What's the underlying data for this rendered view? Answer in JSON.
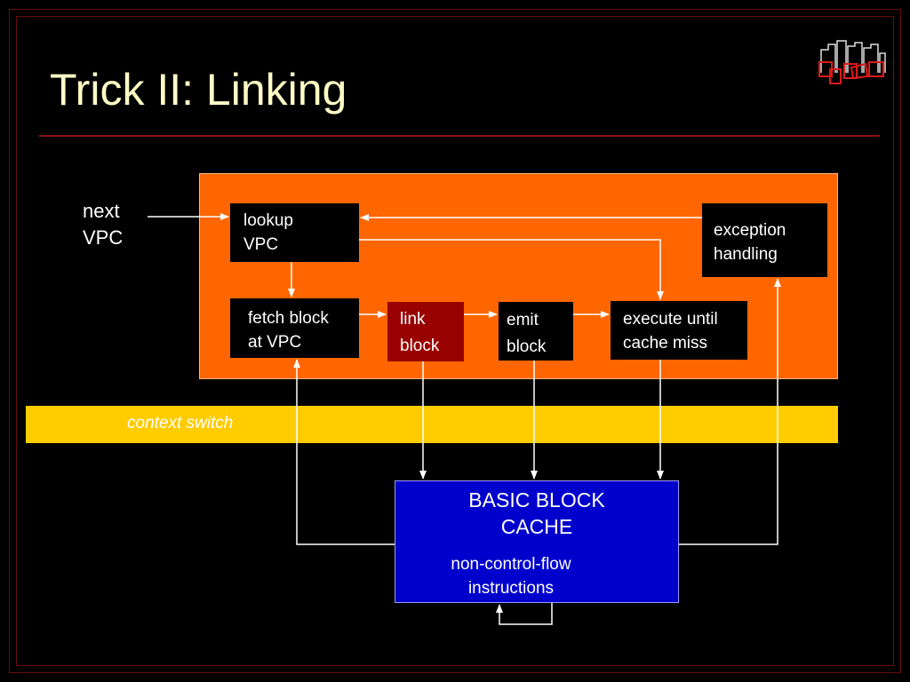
{
  "slide": {
    "title": "Trick II: Linking"
  },
  "diagram": {
    "next_vpc": [
      "next",
      "VPC"
    ],
    "lookup_vpc": [
      "lookup",
      "VPC"
    ],
    "exception_handling": [
      "exception",
      "handling"
    ],
    "fetch_block": [
      "fetch block",
      "at VPC"
    ],
    "link_block": [
      "link",
      "block"
    ],
    "emit_block": [
      "emit",
      "block"
    ],
    "execute_until": [
      "execute until",
      "cache miss"
    ],
    "context_switch": "context switch",
    "cache_title": [
      "BASIC BLOCK",
      "CACHE"
    ],
    "cache_sub": [
      "non-control-flow",
      "instructions"
    ]
  },
  "colors": {
    "panel": "#ff6600",
    "band": "#ffcc00",
    "cache": "#0000cc",
    "link_block": "#990000",
    "title": "#fffcc6"
  }
}
